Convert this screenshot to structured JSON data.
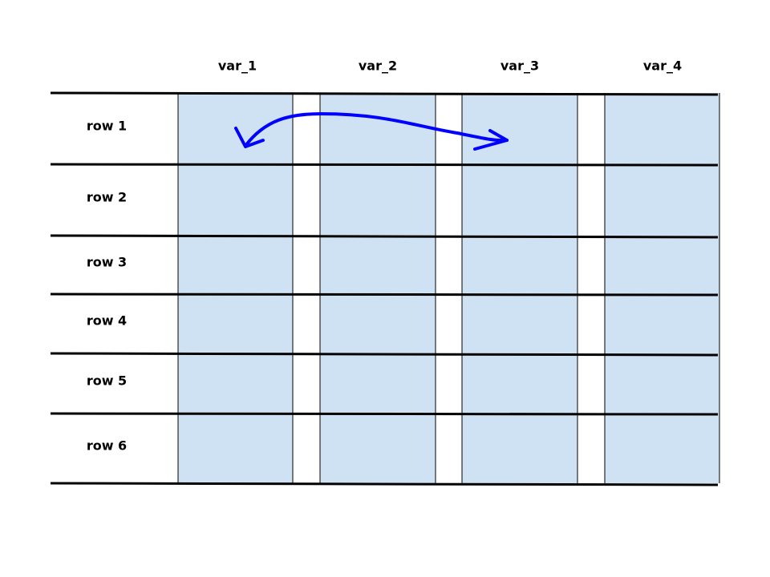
{
  "columns": [
    "var_1",
    "var_2",
    "var_3",
    "var_4"
  ],
  "rows": [
    "row 1",
    "row 2",
    "row 3",
    "row 4",
    "row 5",
    "row 6"
  ],
  "colors": {
    "cell_fill": "#cfe2f3",
    "arrow": "#0000ff",
    "line": "#000000"
  },
  "arrow": {
    "from_column": "var_1",
    "to_column": "var_3",
    "row": "row 1",
    "double_headed": true
  }
}
